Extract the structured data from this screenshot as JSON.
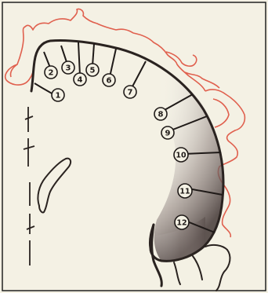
{
  "diagram": {
    "markers": [
      {
        "id": "1",
        "label": "1"
      },
      {
        "id": "2",
        "label": "2"
      },
      {
        "id": "3",
        "label": "3"
      },
      {
        "id": "4",
        "label": "4"
      },
      {
        "id": "5",
        "label": "5"
      },
      {
        "id": "6",
        "label": "6"
      },
      {
        "id": "7",
        "label": "7"
      },
      {
        "id": "8",
        "label": "8"
      },
      {
        "id": "9",
        "label": "9"
      },
      {
        "id": "10",
        "label": "10"
      },
      {
        "id": "11",
        "label": "11"
      },
      {
        "id": "12",
        "label": "12"
      }
    ],
    "colors": {
      "background": "#f4f1e4",
      "frame": "#222222",
      "body_outline": "#e0604e",
      "brain_outline": "#2a2320",
      "shading": "#6a5c5a",
      "line": "#1f1a18"
    }
  }
}
